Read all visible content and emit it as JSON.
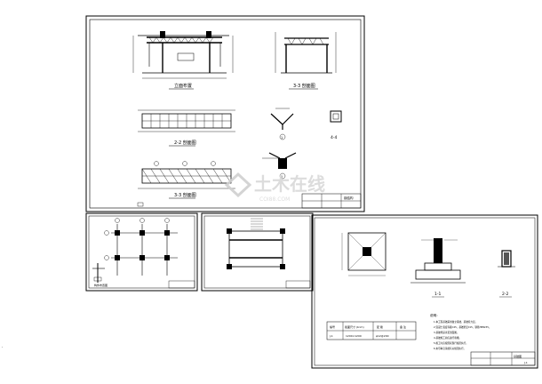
{
  "title": "CAD drawing sheet set",
  "watermark": {
    "main": "土木在线",
    "sub": "COI88.COM"
  },
  "sheet1": {
    "labels": {
      "elevation": "立面布置",
      "section_3": "3-3 剖面图",
      "section_2": "2-2 剖面图",
      "section_3b": "3-3 剖面图",
      "detail_4": "4-4",
      "detail_1": "1",
      "detail_2": "2"
    },
    "title_block": {
      "name": "钢结构"
    }
  },
  "sheet2": {
    "labels": {
      "plan_note": "构件布置图"
    }
  },
  "sheet3": {
    "labels": {}
  },
  "sheet4": {
    "labels": {
      "section_1": "1-1",
      "section_2": "2-2",
      "notes_heading": "说明：",
      "notes": [
        "1.本工程基础采用独立基础，基础持力层。",
        "2.混凝土强度等级C25，基础垫层C15，钢筋HPB235。",
        "3.基础埋深详见剖面图。",
        "4.基础施工前应进行验槽。",
        "5.施工时应按国家现行规范执行。",
        "6.未尽事宜请按有关规范执行。"
      ]
    },
    "table": {
      "headers": [
        "编号",
        "截面尺寸 (b×h)",
        "配 筋",
        "备 注"
      ],
      "row": [
        "J-1",
        "1200×1200",
        "φ12@200",
        ""
      ]
    },
    "title_block": {
      "name": "基础图",
      "number": "J-1"
    }
  }
}
